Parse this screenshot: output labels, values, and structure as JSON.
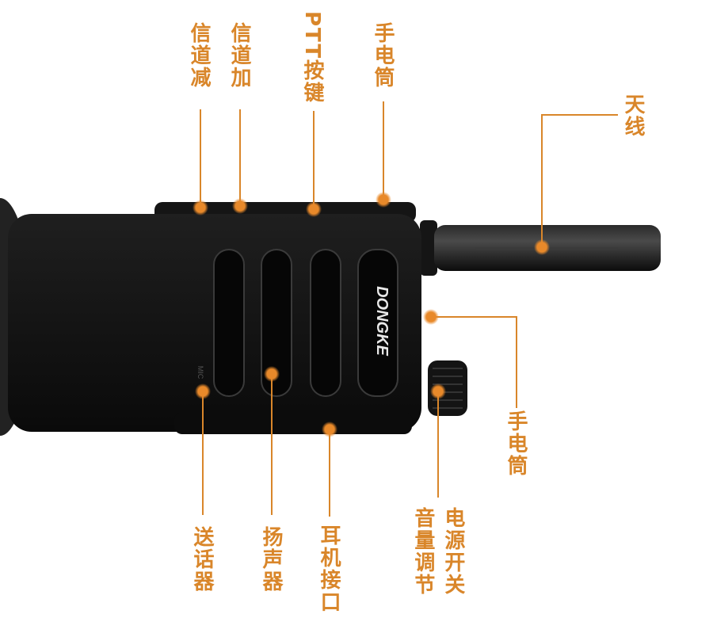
{
  "product": {
    "brand": "DONGKE",
    "mic_marking": "MIC"
  },
  "colors": {
    "callout": "#d9862a",
    "body": "#101010"
  },
  "labels": {
    "channel_down": "信道减",
    "channel_up": "信道加",
    "ptt": "PTT按键",
    "flashlight_top": "手电筒",
    "antenna": "天线",
    "flashlight_side": "手电筒",
    "power_volume_line1": "电源开关",
    "power_volume_line2": "音量调节",
    "earphone_jack": "耳机接口",
    "speaker": "扬声器",
    "microphone": "送话器"
  }
}
